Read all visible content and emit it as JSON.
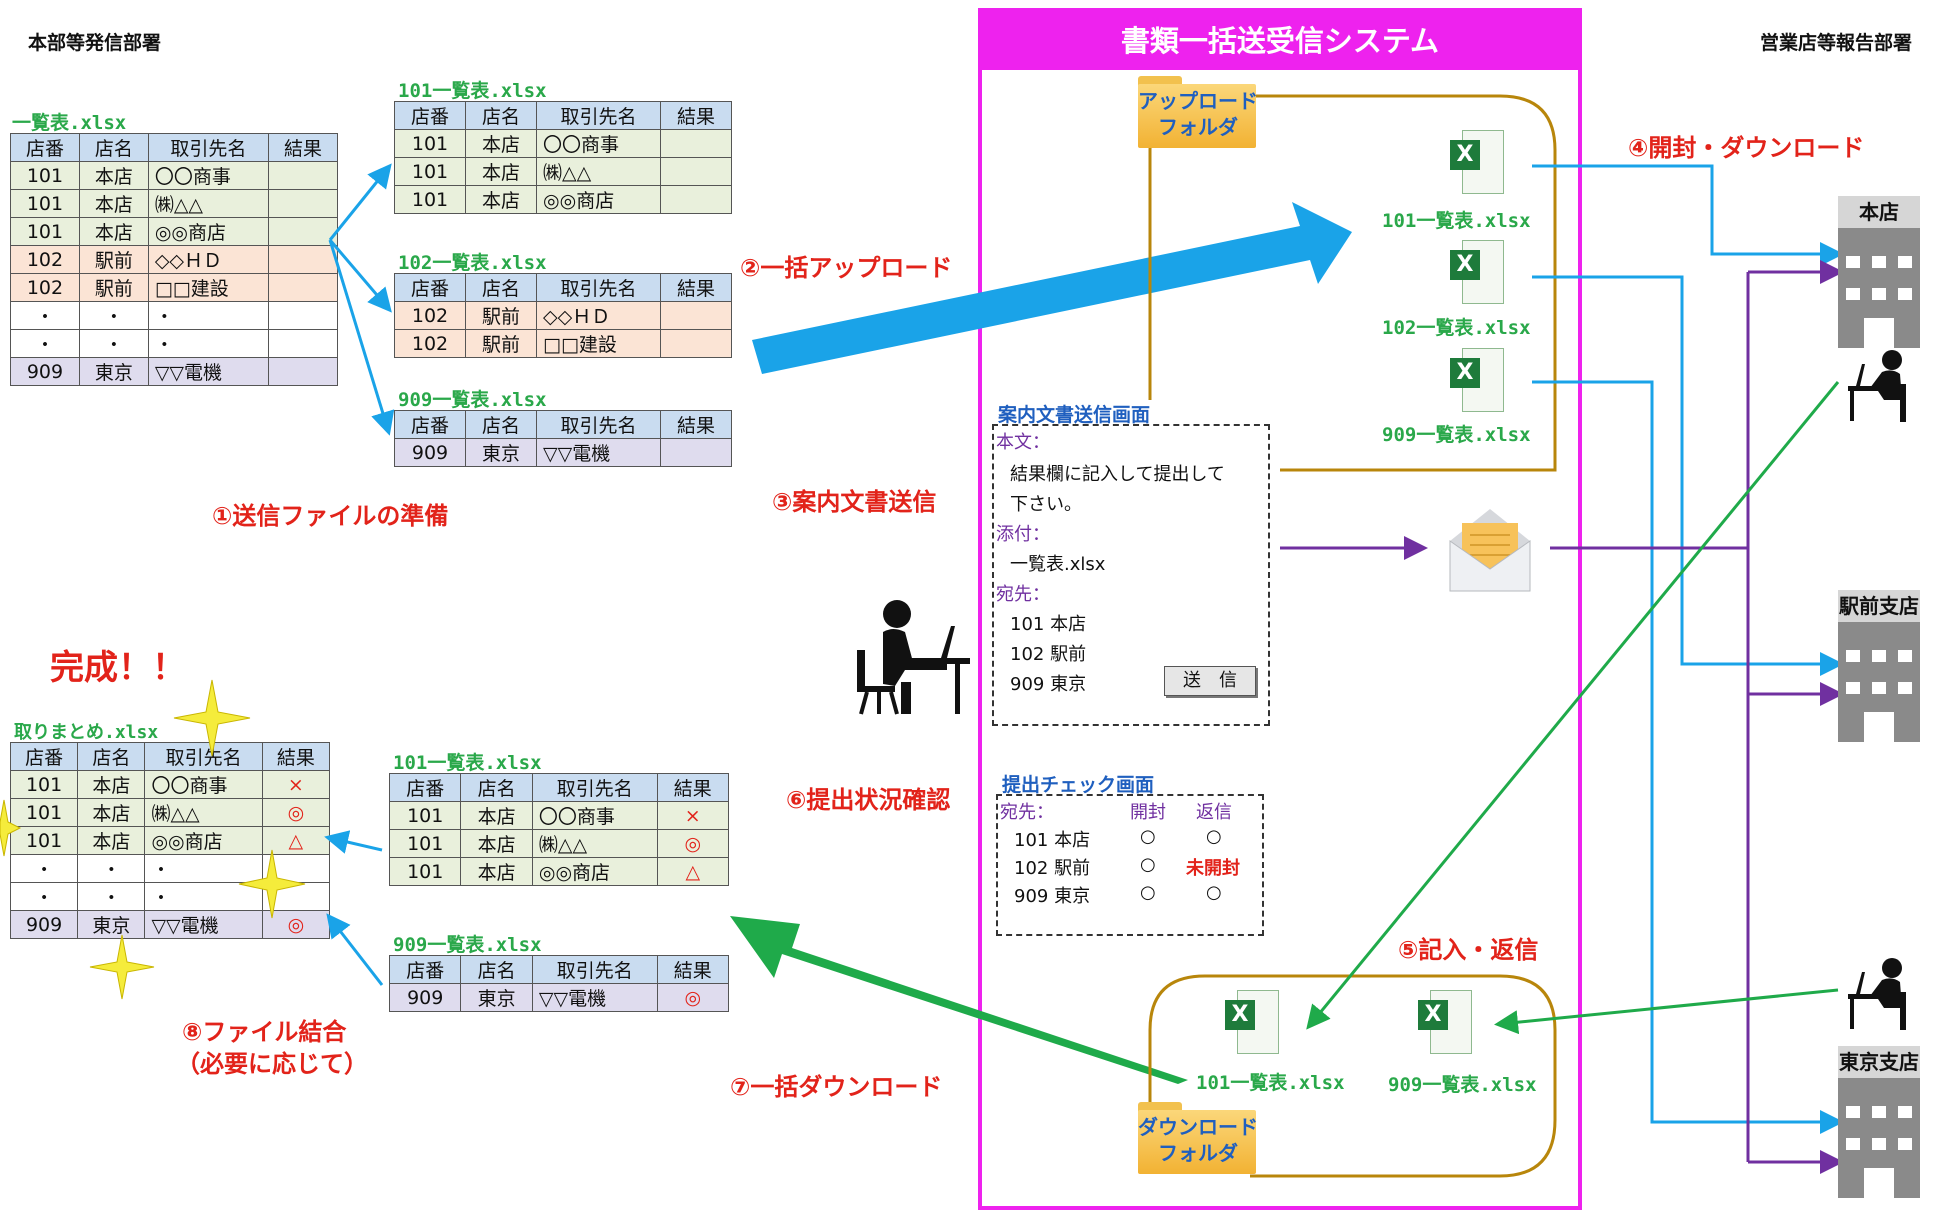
{
  "left_header": "本部等発信部署",
  "right_header": "営業店等報告部署",
  "system_title": "書類一括送受信システム",
  "cols": [
    "店番",
    "店名",
    "取引先名",
    "結果"
  ],
  "master": {
    "name": "一覧表.xlsx",
    "rows": [
      [
        "101",
        "本店",
        "〇〇商事",
        ""
      ],
      [
        "101",
        "本店",
        "㈱△△",
        ""
      ],
      [
        "101",
        "本店",
        "◎◎商店",
        ""
      ],
      [
        "102",
        "駅前",
        "◇◇ＨＤ",
        ""
      ],
      [
        "102",
        "駅前",
        "□□建設",
        ""
      ],
      [
        "・",
        "・",
        "・",
        ""
      ],
      [
        "・",
        "・",
        "・",
        ""
      ],
      [
        "909",
        "東京",
        "▽▽電機",
        ""
      ]
    ]
  },
  "split": [
    {
      "name": "101一覧表.xlsx",
      "rows": [
        [
          "101",
          "本店",
          "〇〇商事",
          ""
        ],
        [
          "101",
          "本店",
          "㈱△△",
          ""
        ],
        [
          "101",
          "本店",
          "◎◎商店",
          ""
        ]
      ]
    },
    {
      "name": "102一覧表.xlsx",
      "rows": [
        [
          "102",
          "駅前",
          "◇◇ＨＤ",
          ""
        ],
        [
          "102",
          "駅前",
          "□□建設",
          ""
        ]
      ]
    },
    {
      "name": "909一覧表.xlsx",
      "rows": [
        [
          "909",
          "東京",
          "▽▽電機",
          ""
        ]
      ]
    }
  ],
  "returned": [
    {
      "name": "101一覧表.xlsx",
      "rows": [
        [
          "101",
          "本店",
          "〇〇商事",
          "×"
        ],
        [
          "101",
          "本店",
          "㈱△△",
          "◎"
        ],
        [
          "101",
          "本店",
          "◎◎商店",
          "△"
        ]
      ]
    },
    {
      "name": "909一覧表.xlsx",
      "rows": [
        [
          "909",
          "東京",
          "▽▽電機",
          "◎"
        ]
      ]
    }
  ],
  "merged": {
    "name": "取りまとめ.xlsx",
    "rows": [
      [
        "101",
        "本店",
        "〇〇商事",
        "×"
      ],
      [
        "101",
        "本店",
        "㈱△△",
        "◎"
      ],
      [
        "101",
        "本店",
        "◎◎商店",
        "△"
      ],
      [
        "・",
        "・",
        "・",
        ""
      ],
      [
        "・",
        "・",
        "・",
        ""
      ],
      [
        "909",
        "東京",
        "▽▽電機",
        "◎"
      ]
    ]
  },
  "complete_label": "完成！！",
  "steps": {
    "s1": "①送信ファイルの準備",
    "s2": "②一括アップロード",
    "s3": "③案内文書送信",
    "s4": "④開封・ダウンロード",
    "s5": "⑤記入・返信",
    "s6": "⑥提出状況確認",
    "s7": "⑦一括ダウンロード",
    "s8a": "⑧ファイル結合",
    "s8b": "（必要に応じて）"
  },
  "upload_folder": {
    "line1": "アップロード",
    "line2": "フォルダ"
  },
  "download_folder": {
    "line1": "ダウンロード",
    "line2": "フォルダ"
  },
  "upload_files": [
    "101一覧表.xlsx",
    "102一覧表.xlsx",
    "909一覧表.xlsx"
  ],
  "download_files": [
    "101一覧表.xlsx",
    "909一覧表.xlsx"
  ],
  "notice": {
    "title": "案内文書送信画面",
    "body_label": "本文：",
    "body_line1": "結果欄に記入して提出して",
    "body_line2": "下さい。",
    "attach_label": "添付：",
    "attach": "一覧表.xlsx",
    "to_label": "宛先：",
    "to": [
      "101 本店",
      "102 駅前",
      "909 東京"
    ],
    "send_button": "送　信"
  },
  "check": {
    "title": "提出チェック画面",
    "to_label": "宛先：",
    "col_open": "開封",
    "col_reply": "返信",
    "rows": [
      [
        "101 本店",
        "○",
        "○"
      ],
      [
        "102 駅前",
        "○",
        "未開封"
      ],
      [
        "909 東京",
        "○",
        "○"
      ]
    ]
  },
  "buildings": [
    "本店",
    "駅前支店",
    "東京支店"
  ],
  "colors": {
    "magenta": "#ee22ee",
    "blue": "#1aa3e8",
    "green": "#1faa4a",
    "purple": "#7030a0",
    "red": "#e2231a",
    "gold": "#b8860b"
  }
}
